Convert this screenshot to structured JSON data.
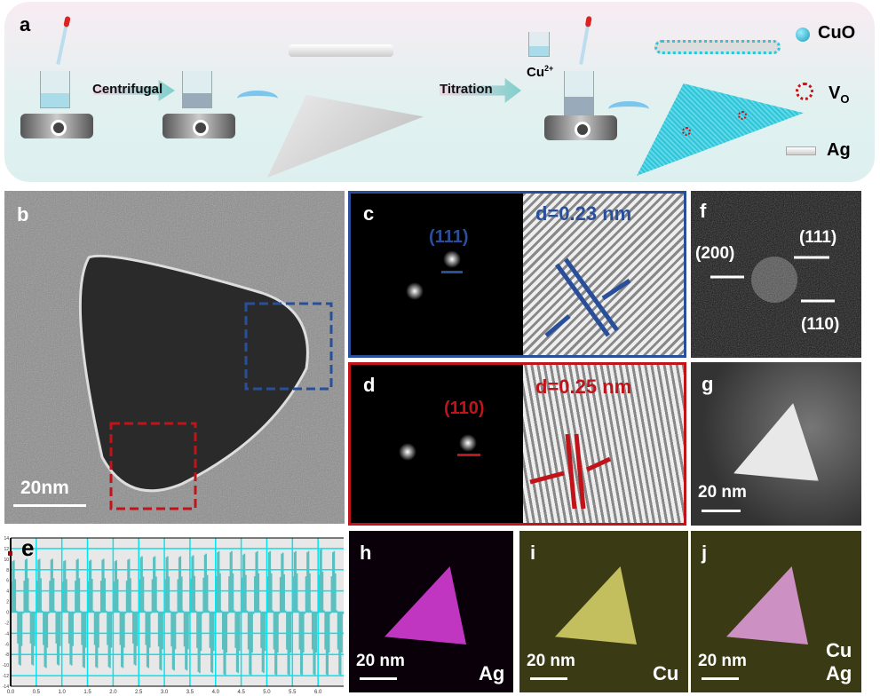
{
  "panels": {
    "a": {
      "label": "a",
      "step1": "Centrifugal",
      "step2": "Titration",
      "ion": "Cu",
      "ion_sup": "2+",
      "legend": [
        {
          "name": "CuO"
        },
        {
          "name": "V",
          "sub": "O"
        },
        {
          "name": "Ag"
        }
      ],
      "colors": {
        "cuo": "#2fc4d8",
        "vo": "#cc1111",
        "ag": "#dddddd"
      }
    },
    "b": {
      "label": "b",
      "scale": "20nm",
      "box_colors": {
        "blue": "#2a4f9a",
        "red": "#c0141a"
      }
    },
    "c": {
      "label": "c",
      "plane": "(111)",
      "spacing": "d=0.23 nm",
      "color": "#2a4f9a"
    },
    "d": {
      "label": "d",
      "plane": "(110)",
      "spacing": "d=0.25 nm",
      "color": "#c0141a"
    },
    "e": {
      "label": "e"
    },
    "f": {
      "label": "f",
      "spots": [
        "(111)",
        "(200)",
        "(110)"
      ]
    },
    "g": {
      "label": "g",
      "scale": "20 nm"
    },
    "h": {
      "label": "h",
      "scale": "20 nm",
      "element": "Ag",
      "color": "#e040e0"
    },
    "i": {
      "label": "i",
      "scale": "20 nm",
      "element": "Cu",
      "color": "#e6e070"
    },
    "j": {
      "label": "j",
      "scale": "20 nm",
      "element1": "Cu",
      "element2": "Ag",
      "color": "#e8a0e0"
    }
  },
  "chart_data": {
    "type": "bar",
    "title": "",
    "xlabel": "",
    "ylabel": "",
    "xlim": [
      0,
      6.5
    ],
    "ylim": [
      -14,
      14
    ],
    "xticks": [
      "0.0",
      "0.5",
      "1.0",
      "1.5",
      "2.0",
      "2.5",
      "3.0",
      "3.5",
      "4.0",
      "4.5",
      "5.0",
      "5.5",
      "6.0"
    ],
    "yticks": [
      "14",
      "12",
      "10",
      "8",
      "6",
      "4",
      "2",
      "0",
      "-2",
      "-4",
      "-6",
      "-8",
      "-10",
      "-12",
      "-14"
    ],
    "grid": true,
    "period": 0.25,
    "peaks": [
      10.2,
      10.5,
      10.5,
      10.5,
      10.2,
      10.5,
      10.3,
      10.5,
      10.2,
      10.5,
      11,
      11,
      11,
      11,
      11.2,
      11.5,
      12,
      12,
      11.5,
      12,
      12,
      11.7,
      12,
      12,
      12.5,
      12
    ],
    "troughs": [
      -10.5,
      -10.5,
      -11,
      -10.5,
      -10.5,
      -11,
      -11,
      -11,
      -11,
      -10.5,
      -11,
      -11.5,
      -11.5,
      -11.5,
      -12,
      -12,
      -12.5,
      -12,
      -12.5,
      -12,
      -12.5,
      -12.5,
      -12.5,
      -12.5,
      -12.5,
      -12.5
    ],
    "series_color": "#5bbfbf",
    "grid_color": "#00e5f0"
  }
}
